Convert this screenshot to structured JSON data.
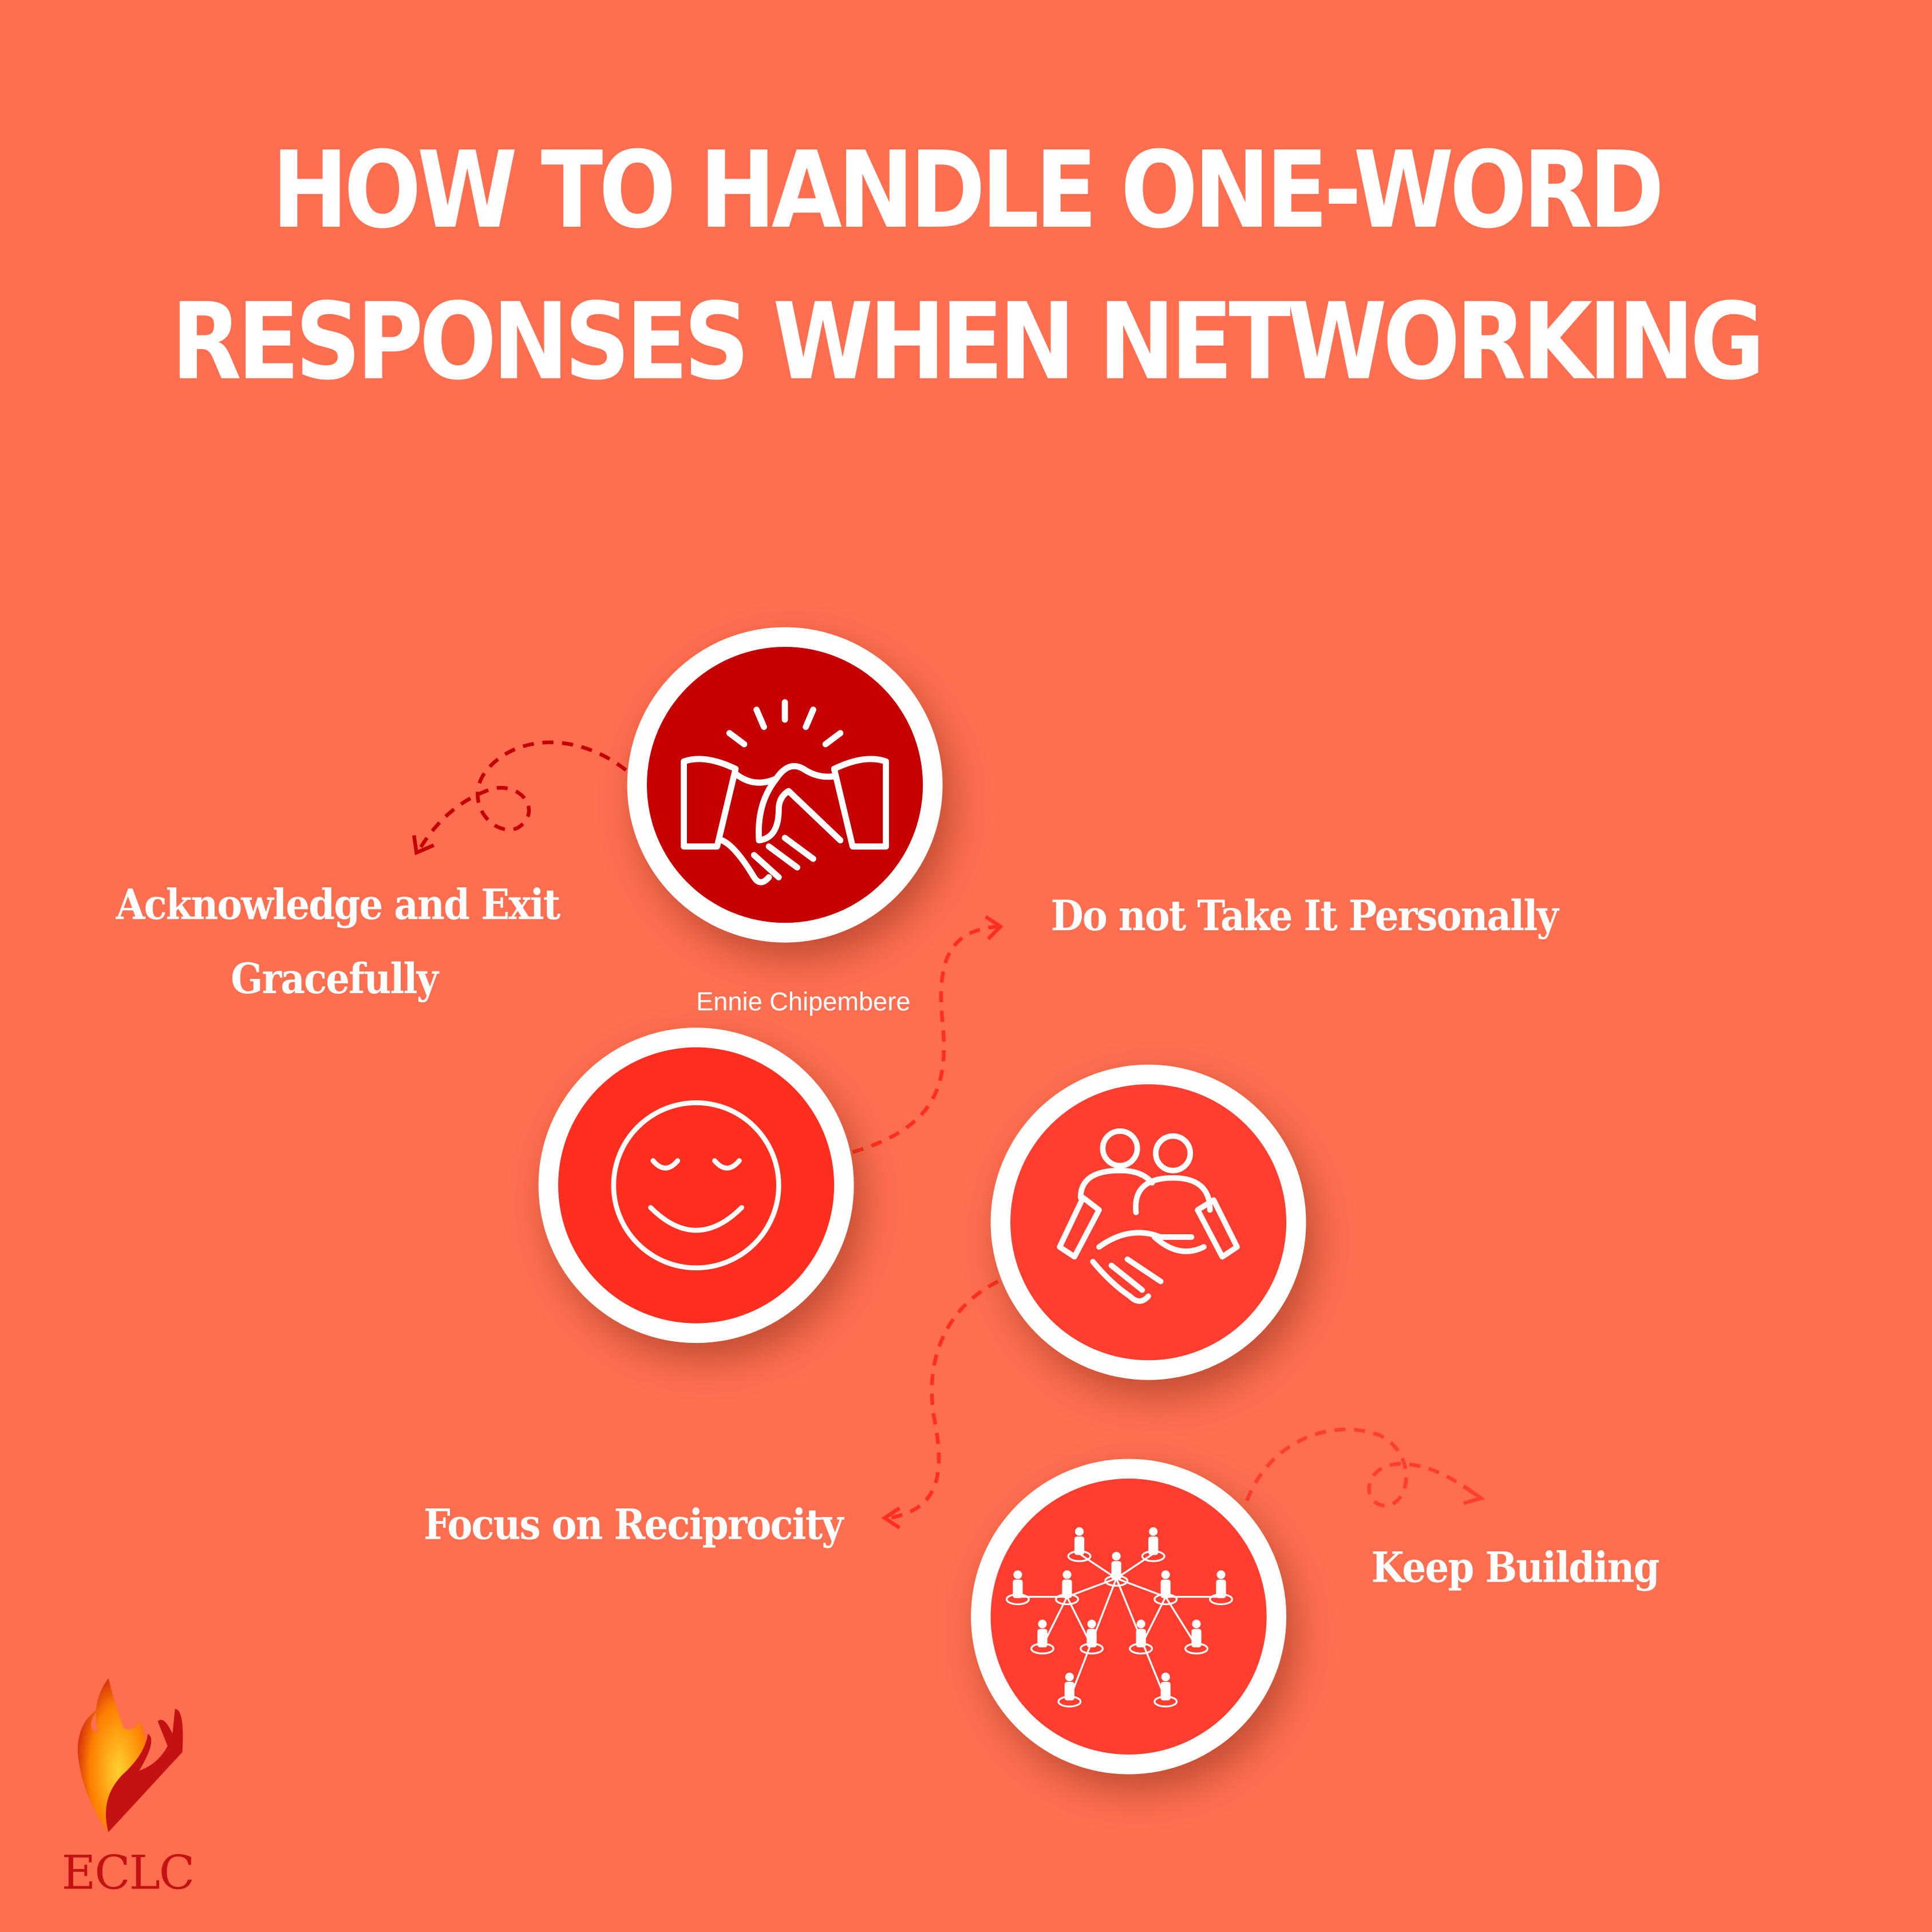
{
  "title": {
    "line1": "HOW TO HANDLE ONE-WORD",
    "line2": "RESPONSES WHEN NETWORKING"
  },
  "steps": [
    {
      "label_line1": "Acknowledge and Exit",
      "label_line2": "Gracefully",
      "icon": "handshake-icon",
      "color": "#C60000"
    },
    {
      "label": "Do not Take It Personally",
      "icon": "smiley-face-icon",
      "color": "#FF2E1E"
    },
    {
      "label": "Focus on Reciprocity",
      "icon": "partnership-handshake-icon",
      "color": "#FF3E30"
    },
    {
      "label": "Keep Building",
      "icon": "network-icon",
      "color": "#FF3E30"
    }
  ],
  "credit": "Ennie Chipembere",
  "logo": {
    "text": "ECLC",
    "color": "#C41212"
  },
  "colors": {
    "background": "#FF6E4F"
  }
}
